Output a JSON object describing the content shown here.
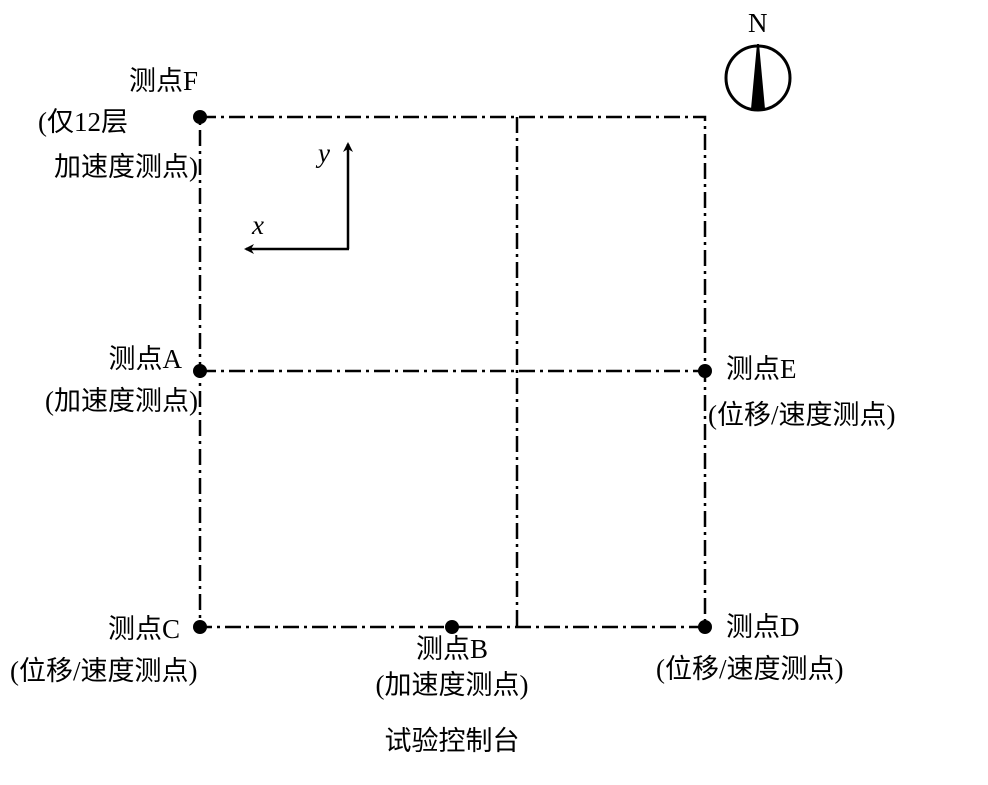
{
  "compass": {
    "label": "N"
  },
  "axes": {
    "x_label": "x",
    "y_label": "y"
  },
  "points": {
    "F": {
      "name": "测点F",
      "note_line1": "(仅12层",
      "note_line2": "加速度测点)"
    },
    "A": {
      "name": "测点A",
      "note": "(加速度测点)"
    },
    "C": {
      "name": "测点C",
      "note": "(位移/速度测点)"
    },
    "B": {
      "name": "测点B",
      "note": "(加速度测点)"
    },
    "D": {
      "name": "测点D",
      "note": "(位移/速度测点)"
    },
    "E": {
      "name": "测点E",
      "note": "(位移/速度测点)"
    }
  },
  "control_desk": "试验控制台"
}
